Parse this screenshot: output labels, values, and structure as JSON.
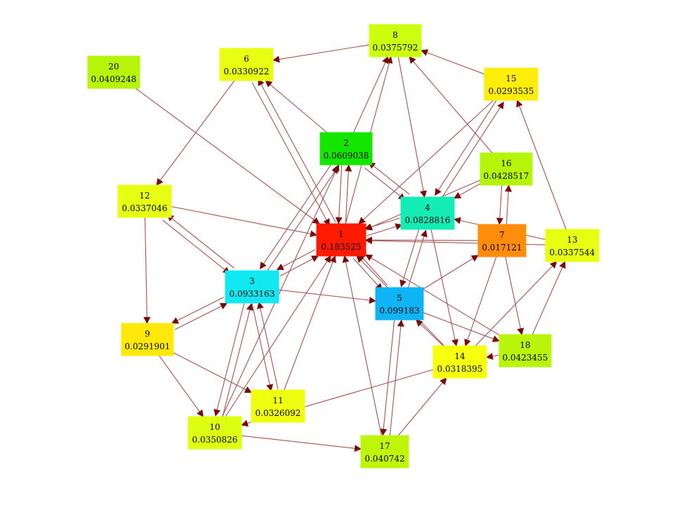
{
  "diagram": {
    "type": "directed-graph",
    "edge_color": "#a5524f",
    "arrow_color": "#7a0a0a",
    "nodes": [
      {
        "id": "1",
        "label": "1",
        "value": "0.183525",
        "color": "#ff1a00"
      },
      {
        "id": "2",
        "label": "2",
        "value": "0.0609038",
        "color": "#14e600"
      },
      {
        "id": "3",
        "label": "3",
        "value": "0.0933163",
        "color": "#12e8f2"
      },
      {
        "id": "4",
        "label": "4",
        "value": "0.0828816",
        "color": "#14ecb6"
      },
      {
        "id": "5",
        "label": "5",
        "value": "0.099183",
        "color": "#0fb4f5"
      },
      {
        "id": "6",
        "label": "6",
        "value": "0.0330922",
        "color": "#e8ff14"
      },
      {
        "id": "7",
        "label": "7",
        "value": "0.017121",
        "color": "#ff8c0a"
      },
      {
        "id": "8",
        "label": "8",
        "value": "0.0375792",
        "color": "#ccff0d"
      },
      {
        "id": "9",
        "label": "9",
        "value": "0.0291901",
        "color": "#ffe80a"
      },
      {
        "id": "10",
        "label": "10",
        "value": "0.0350826",
        "color": "#dcff12"
      },
      {
        "id": "11",
        "label": "11",
        "value": "0.0326092",
        "color": "#f0ff12"
      },
      {
        "id": "12",
        "label": "12",
        "value": "0.0337046",
        "color": "#e6ff12"
      },
      {
        "id": "13",
        "label": "13",
        "value": "0.0337544",
        "color": "#e6ff12"
      },
      {
        "id": "14",
        "label": "14",
        "value": "0.0318395",
        "color": "#f5ff0f"
      },
      {
        "id": "15",
        "label": "15",
        "value": "0.0293535",
        "color": "#ffee0a"
      },
      {
        "id": "16",
        "label": "16",
        "value": "0.0428517",
        "color": "#b4f50a"
      },
      {
        "id": "17",
        "label": "17",
        "value": "0.040742",
        "color": "#bff50a"
      },
      {
        "id": "18",
        "label": "18",
        "value": "0.0423455",
        "color": "#b8f50a"
      },
      {
        "id": "20",
        "label": "20",
        "value": "0.0409248",
        "color": "#b6f50a"
      }
    ],
    "edges": [
      {
        "from": "20",
        "to": "1"
      },
      {
        "from": "1",
        "to": "6"
      },
      {
        "from": "6",
        "to": "1"
      },
      {
        "from": "8",
        "to": "6"
      },
      {
        "from": "6",
        "to": "12"
      },
      {
        "from": "2",
        "to": "6"
      },
      {
        "from": "15",
        "to": "8"
      },
      {
        "from": "2",
        "to": "8"
      },
      {
        "from": "1",
        "to": "8"
      },
      {
        "from": "8",
        "to": "4"
      },
      {
        "from": "12",
        "to": "1"
      },
      {
        "from": "12",
        "to": "3"
      },
      {
        "from": "3",
        "to": "12"
      },
      {
        "from": "12",
        "to": "9"
      },
      {
        "from": "9",
        "to": "3"
      },
      {
        "from": "3",
        "to": "9"
      },
      {
        "from": "9",
        "to": "10"
      },
      {
        "from": "9",
        "to": "11"
      },
      {
        "from": "11",
        "to": "3"
      },
      {
        "from": "3",
        "to": "11"
      },
      {
        "from": "3",
        "to": "10"
      },
      {
        "from": "10",
        "to": "3"
      },
      {
        "from": "10",
        "to": "2"
      },
      {
        "from": "10",
        "to": "1"
      },
      {
        "from": "10",
        "to": "17"
      },
      {
        "from": "14",
        "to": "10"
      },
      {
        "from": "17",
        "to": "14"
      },
      {
        "from": "17",
        "to": "5"
      },
      {
        "from": "5",
        "to": "17"
      },
      {
        "from": "17",
        "to": "1"
      },
      {
        "from": "11",
        "to": "1"
      },
      {
        "from": "3",
        "to": "1"
      },
      {
        "from": "1",
        "to": "3"
      },
      {
        "from": "3",
        "to": "2"
      },
      {
        "from": "2",
        "to": "3"
      },
      {
        "from": "3",
        "to": "5"
      },
      {
        "from": "2",
        "to": "1"
      },
      {
        "from": "1",
        "to": "2"
      },
      {
        "from": "2",
        "to": "4"
      },
      {
        "from": "4",
        "to": "2"
      },
      {
        "from": "4",
        "to": "1"
      },
      {
        "from": "1",
        "to": "4"
      },
      {
        "from": "1",
        "to": "5"
      },
      {
        "from": "5",
        "to": "1"
      },
      {
        "from": "4",
        "to": "5"
      },
      {
        "from": "5",
        "to": "4"
      },
      {
        "from": "7",
        "to": "1"
      },
      {
        "from": "13",
        "to": "1"
      },
      {
        "from": "13",
        "to": "4"
      },
      {
        "from": "13",
        "to": "15"
      },
      {
        "from": "18",
        "to": "13"
      },
      {
        "from": "14",
        "to": "13"
      },
      {
        "from": "18",
        "to": "14"
      },
      {
        "from": "18",
        "to": "1"
      },
      {
        "from": "14",
        "to": "1"
      },
      {
        "from": "14",
        "to": "5"
      },
      {
        "from": "7",
        "to": "16"
      },
      {
        "from": "16",
        "to": "7"
      },
      {
        "from": "16",
        "to": "4"
      },
      {
        "from": "16",
        "to": "8"
      },
      {
        "from": "16",
        "to": "1"
      },
      {
        "from": "7",
        "to": "14"
      },
      {
        "from": "7",
        "to": "18"
      },
      {
        "from": "15",
        "to": "1"
      },
      {
        "from": "15",
        "to": "4"
      },
      {
        "from": "4",
        "to": "15"
      },
      {
        "from": "4",
        "to": "14"
      },
      {
        "from": "5",
        "to": "7"
      },
      {
        "from": "5",
        "to": "18"
      }
    ]
  }
}
